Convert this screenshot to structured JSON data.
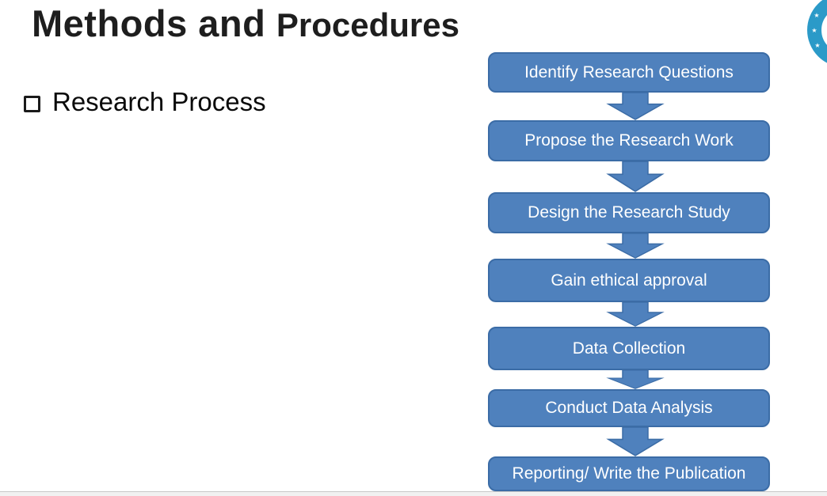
{
  "slide": {
    "title": {
      "part1": "Methods and ",
      "part2": "Procedures"
    },
    "bullet": {
      "marker_icon": "hollow-square-bullet",
      "label": "Research Process"
    },
    "flowchart": {
      "connector_icon": "down-block-arrow",
      "steps": [
        {
          "label": "Identify Research Questions"
        },
        {
          "label": "Propose the Research Work"
        },
        {
          "label": "Design the Research Study"
        },
        {
          "label": "Gain ethical approval"
        },
        {
          "label": "Data Collection"
        },
        {
          "label": "Conduct Data Analysis"
        },
        {
          "label": "Reporting/ Write the Publication"
        }
      ]
    },
    "logo": {
      "icon": "partial-circular-star-emblem",
      "star_glyph": "★",
      "stars_visible": 3
    },
    "colors": {
      "box_fill": "#4f81bd",
      "box_border": "#3b6ca6",
      "box_text": "#ffffff",
      "title_text": "#1e1e1e",
      "logo_blue": "#2b9ac8",
      "bottom_strip": "#f1f1f1"
    }
  }
}
